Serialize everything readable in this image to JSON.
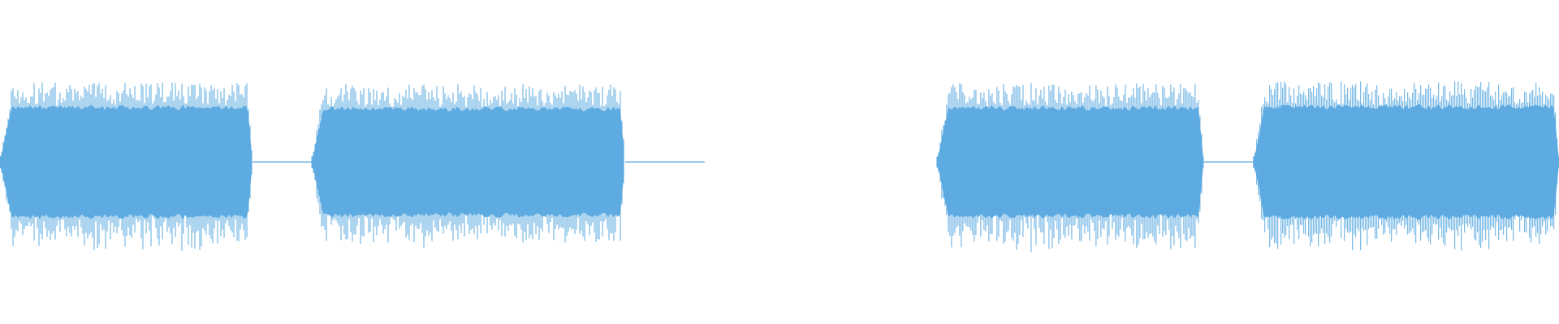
{
  "waveform": {
    "color": "#5DABE1",
    "background": "#FFFFFF",
    "segments": [
      {
        "kind": "burst",
        "start": 0.0,
        "end": 0.162,
        "level": 0.88
      },
      {
        "kind": "silence",
        "start": 0.162,
        "end": 0.2
      },
      {
        "kind": "burst",
        "start": 0.2,
        "end": 0.401,
        "level": 0.86
      },
      {
        "kind": "silence",
        "start": 0.401,
        "end": 0.452
      },
      {
        "kind": "gap",
        "start": 0.452,
        "end": 0.601
      },
      {
        "kind": "burst",
        "start": 0.601,
        "end": 0.772,
        "level": 0.87
      },
      {
        "kind": "silence",
        "start": 0.772,
        "end": 0.804
      },
      {
        "kind": "burst",
        "start": 0.804,
        "end": 1.0,
        "level": 0.89
      }
    ]
  }
}
